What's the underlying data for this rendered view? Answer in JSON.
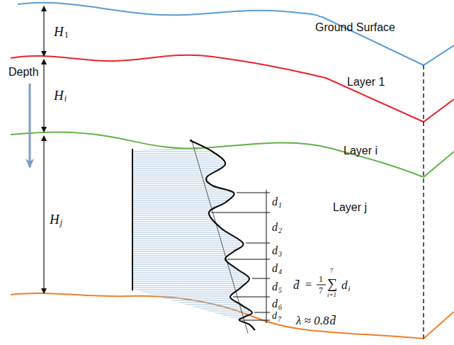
{
  "diagram": {
    "labels": [
      "Ground Surface",
      "Layer 1",
      "Layer i",
      "Layer j",
      "Depth",
      "H",
      "1",
      "H",
      "i",
      "H",
      "j",
      "d",
      "1",
      "d",
      "2",
      "d",
      "3",
      "d",
      "4",
      "d",
      "5",
      "d",
      "6",
      "d",
      "7",
      "d̄",
      "=",
      "1",
      "7",
      "∑",
      "7",
      "i=1",
      "d",
      "i",
      "λ ≈ 0.8",
      "d̄"
    ]
  }
}
